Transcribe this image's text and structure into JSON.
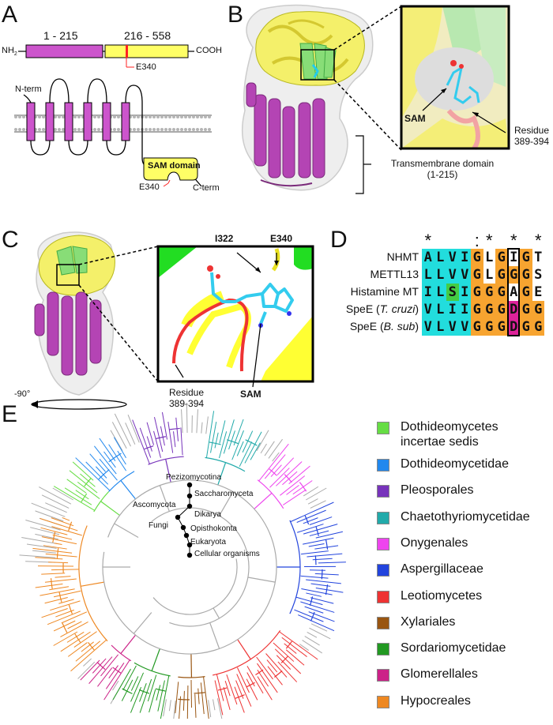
{
  "panels": {
    "a": "A",
    "b": "B",
    "c": "C",
    "d": "D",
    "e": "E"
  },
  "panel_a": {
    "nh2_main": "NH",
    "nh2_sub": "2",
    "cooh": "COOH",
    "range1": "1 - 215",
    "range2": "216 - 558",
    "e340_top": "E340",
    "nterm": "N-term",
    "sam_domain": "SAM domain",
    "e340_bottom": "E340",
    "cterm": "C-term",
    "colors": {
      "tm": "#cc55cc",
      "sam": "#ffff66",
      "mark": "#ff2222"
    }
  },
  "panel_b": {
    "sam": "SAM",
    "residue": "Residue",
    "residue_range": "389-394",
    "tm_line1": "Transmembrane domain",
    "tm_line2": "(1-215)"
  },
  "panel_c": {
    "i322": "I322",
    "e340": "E340",
    "residue": "Residue",
    "residue_range": "389-394",
    "sam": "SAM",
    "rotation": "-90°"
  },
  "panel_d": {
    "conservation": [
      "*",
      "",
      "",
      "",
      ":",
      "*",
      "",
      "*",
      "",
      "*",
      ""
    ],
    "rows": [
      {
        "name": "NHMT",
        "seq": [
          "A",
          "L",
          "V",
          "I",
          "G",
          "L",
          "G",
          "I",
          "G",
          "T"
        ],
        "bg": [
          "c",
          "c",
          "c",
          "c",
          "o",
          "",
          "o",
          "",
          "o",
          ""
        ]
      },
      {
        "name": "METTL13",
        "seq": [
          "L",
          "L",
          "V",
          "V",
          "G",
          "L",
          "G",
          "G",
          "G",
          "S"
        ],
        "bg": [
          "c",
          "c",
          "c",
          "c",
          "o",
          "",
          "o",
          "o",
          "o",
          ""
        ]
      },
      {
        "name": "Histamine MT",
        "seq": [
          "I",
          "L",
          "S",
          "I",
          "G",
          "G",
          "G",
          "A",
          "G",
          "E"
        ],
        "bg": [
          "c",
          "c",
          "g",
          "c",
          "o",
          "o",
          "o",
          "",
          "o",
          ""
        ]
      },
      {
        "name_pre": "SpeE (",
        "name_it": "T. cruzi",
        "name_post": ")",
        "seq": [
          "V",
          "L",
          "I",
          "I",
          "G",
          "G",
          "G",
          "D",
          "G",
          "G"
        ],
        "bg": [
          "c",
          "c",
          "c",
          "c",
          "o",
          "o",
          "o",
          "m",
          "o",
          "o"
        ]
      },
      {
        "name_pre": "SpeE (",
        "name_it": "B. sub",
        "name_post": ")",
        "seq": [
          "V",
          "L",
          "V",
          "V",
          "G",
          "G",
          "G",
          "D",
          "G",
          "G"
        ],
        "bg": [
          "c",
          "c",
          "c",
          "c",
          "o",
          "o",
          "o",
          "m",
          "o",
          "o"
        ]
      }
    ],
    "colors": {
      "c": "#22dddd",
      "o": "#f7a430",
      "g": "#44cc44",
      "m": "#dd2299"
    }
  },
  "panel_e": {
    "tree_nodes": [
      "Pezizomycotina",
      "Saccharomyceta",
      "Ascomycota",
      "Dikarya",
      "Fungi",
      "Opisthokonta",
      "Eukaryota",
      "Cellular organisms"
    ],
    "legend": [
      {
        "label": "Dothideomycetes incertae sedis",
        "color": "#66dd44"
      },
      {
        "label": "Dothideomycetidae",
        "color": "#2288ee"
      },
      {
        "label": "Pleosporales",
        "color": "#7733bb"
      },
      {
        "label": "Chaetothyriomycetidae",
        "color": "#22aaaa"
      },
      {
        "label": "Onygenales",
        "color": "#ee44ee"
      },
      {
        "label": "Aspergillaceae",
        "color": "#2244dd"
      },
      {
        "label": "Leotiomycetes",
        "color": "#ee3333"
      },
      {
        "label": "Xylariales",
        "color": "#995511"
      },
      {
        "label": "Sordariomycetidae",
        "color": "#229922"
      },
      {
        "label": "Glomerellales",
        "color": "#cc2288"
      },
      {
        "label": "Hypocreales",
        "color": "#ee8822"
      }
    ]
  }
}
